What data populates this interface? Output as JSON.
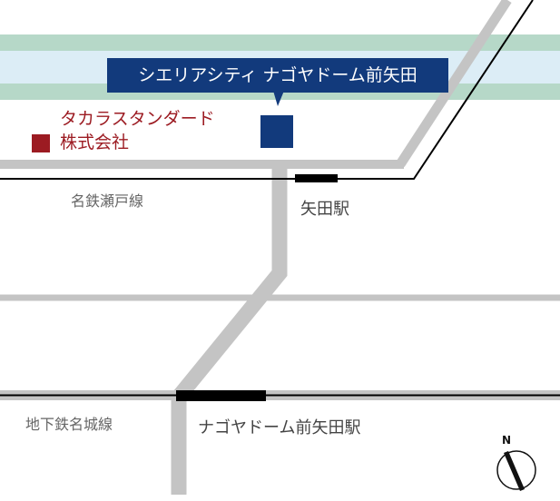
{
  "project": {
    "label": "シエリアシティ ナゴヤドーム前矢田",
    "color": "#123a7c"
  },
  "company": {
    "line1": "タカラスタンダード",
    "line2": "株式会社",
    "color": "#9c1b22"
  },
  "stations": {
    "yada": "矢田駅",
    "nagoya_dome_mae_yada": "ナゴヤドーム前矢田駅"
  },
  "lines": {
    "meitetsu_seto": "名鉄瀬戸線",
    "subway_meijo": "地下鉄名城線"
  },
  "compass": {
    "label": "N"
  },
  "colors": {
    "road": "#c4c4c4",
    "river_band": "#b6d8c8",
    "river_water": "#dcedf6",
    "rail": "#000000"
  }
}
